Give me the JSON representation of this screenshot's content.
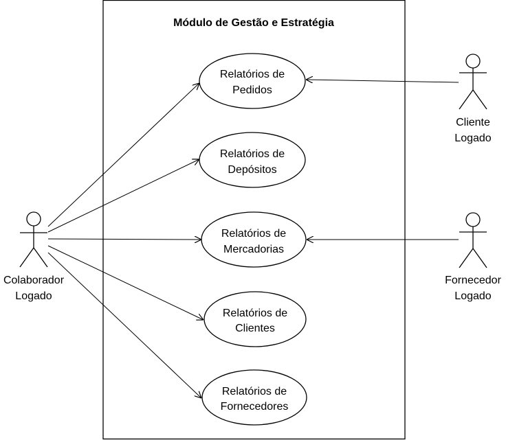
{
  "system": {
    "title": "Módulo de Gestão e Estratégia"
  },
  "use_cases": [
    {
      "id": "uc-pedidos",
      "line1": "Relatórios de",
      "line2": "Pedidos"
    },
    {
      "id": "uc-depositos",
      "line1": "Relatórios de",
      "line2": "Depósitos"
    },
    {
      "id": "uc-mercadorias",
      "line1": "Relatórios de",
      "line2": "Mercadorias"
    },
    {
      "id": "uc-clientes",
      "line1": "Relatórios de",
      "line2": "Clientes"
    },
    {
      "id": "uc-fornecedores",
      "line1": "Relatórios de",
      "line2": "Fornecedores"
    }
  ],
  "actors": [
    {
      "id": "actor-colaborador",
      "line1": "Colaborador",
      "line2": "Logado"
    },
    {
      "id": "actor-cliente",
      "line1": "Cliente",
      "line2": "Logado"
    },
    {
      "id": "actor-fornecedor",
      "line1": "Fornecedor",
      "line2": "Logado"
    }
  ],
  "associations": [
    {
      "from": "actor-colaborador",
      "to": "uc-pedidos"
    },
    {
      "from": "actor-colaborador",
      "to": "uc-depositos"
    },
    {
      "from": "actor-colaborador",
      "to": "uc-mercadorias"
    },
    {
      "from": "actor-colaborador",
      "to": "uc-clientes"
    },
    {
      "from": "actor-colaborador",
      "to": "uc-fornecedores"
    },
    {
      "from": "actor-cliente",
      "to": "uc-pedidos"
    },
    {
      "from": "actor-fornecedor",
      "to": "uc-mercadorias"
    }
  ]
}
